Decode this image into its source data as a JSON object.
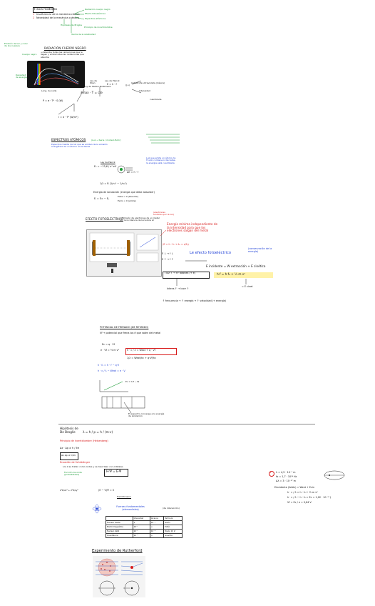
{
  "sec1": {
    "title": "Física moderna",
    "items": [
      {
        "n": "1",
        "text": "Insuficiencia de la mecánica clásica"
      },
      {
        "n": "2",
        "text": "Necesidad de la mecánica cuántica"
      }
    ],
    "branches": [
      "Radiación cuerpo negro",
      "Efecto fotoeléctrico",
      "Espectros atómicos"
    ],
    "notes": [
      "Hipótesis de Broglie",
      "Principio de incertidumbre",
      "Teoría de la relatividad"
    ]
  },
  "sec2": {
    "side_note": "Emisión de luz y color de los cuerpos",
    "title": "RADIACIÓN CUERPO NEGRO",
    "desc": "→ Absorbe todas las radiaciones que le llegan y emite todas las radiaciones que absorbe",
    "side_label": "Cuerpo negro",
    "y_label": "Densidad de energía",
    "x_label": "Long. de onda",
    "law1": "Ley de Wien",
    "law1_formula": "λmax · T = cte",
    "law2": "Ley de Stefan–Boltzmann",
    "planck": "Ley de Planck",
    "formula_main": "E = h · f",
    "formula_units": "(J·s)",
    "formula_sigma": "P = σ · T⁴ · S (W)",
    "intensity": "I = σ · T⁴ (W/m²)",
    "classical": "Catástrofe ultravioleta (clásica)",
    "result_label": "Intensidad",
    "quantum": "cuantizada"
  },
  "sec3": {
    "title": "ESPECTROS ATÓMICOS",
    "subtitle": "(Luz → Serie / modelo Bohr)",
    "blue_note": "Espectros fuente de luz que se emiten de la emisión energética de un átomo al excitarse",
    "model": "Ley de Planck",
    "eq1": "Eₙ = −13,6 / n² eV",
    "eq2": "ΔE = h · f",
    "eq3": "1/λ = R (1/n₁² − 1/n₂²)",
    "right_note": "Luz que emite un átomo de H sólo contiene λ discretas, la energía está cuantizada",
    "energy_line": "Energía de ionización (energía que debe absorber)",
    "cases": [
      "Eᵢ = E∞ − Eₙ",
      "Eabs > 0 (absorbe)",
      "Eemi < 0 (emite)"
    ]
  },
  "sec4": {
    "title": "EFECTO FOTOELÉCTRICO",
    "desc": "→ Emisión de electrones de un metal por la incidencia de luz sobre él",
    "red_note": "Energía mínima independiente de la intensidad para que los electrones salgan del metal",
    "red_formula": "(E = h · f₀ → λ₀ = c/f₀)",
    "blue_title": "Le efecto fotoeléctrico",
    "blue_note": "(conservación de la energía)",
    "einstein": "E incidente = W extracción + E cinética",
    "einstein2": "h·f = h·f₀ + ½ m v²",
    "intensity_note": "I luz ↑ → nº fotones (+ ē)",
    "arrow_note": "Intens ↑ → Icorr ↑",
    "result": "= E cinet",
    "bottom": "↑ frecuencia → ↑ energía → ↑ velocidad (+ energía)"
  },
  "sec5": {
    "title": "POTENCIAL DE FRENADO (DE RETARDO)",
    "line1": "Vf → potencial que frena los ē que salen del metal",
    "line2": "Ec = q · Vf",
    "eq1": "e · Vf = ½ m v²",
    "eq2": "h · c / λ = Wext + q · Vf",
    "eq3": "1/λ = Wext/hc + q·Vf/hc",
    "green_eq1": "h · f₀ = h · f − q·V",
    "green_eq2": "h · c / λ − Wext = e · V",
    "graph_note": "Ec = h·f − W",
    "tube_note": "El espectro converge a la energía de ionización"
  },
  "sec6": {
    "title1": "Hipótesis de De Broglie",
    "formula": "λ = h / p = h / (m·v)",
    "red_title": "Principio de incertidumbre (Heisenberg)",
    "eq": "Δx · Δp ≥ h / 4π",
    "box": "Δx Δp ≥ h/4π",
    "red_title2": "Ecuación de Schrödinger",
    "note2": "Los ē se tratan como ondas y se describen con orbitales",
    "eq2": "H·Ψ = E·Ψ",
    "green_note": "Función de onda (probabilidad)",
    "eq3": "(E − V)Ψ = 0",
    "label3": "Hamiltoniano"
  },
  "sec7": {
    "title": "Fuerzas fundamentales (elementales)",
    "note": "(de interacción)",
    "columns": [
      "",
      "Intensidad",
      "Alcance",
      "Partícula"
    ],
    "rows": [
      [
        "Nuclear fuerte",
        "1",
        "10⁻¹⁵",
        "Gluón"
      ],
      [
        "Electromagnética",
        "10⁻²",
        "∞",
        "Fotón"
      ],
      [
        "Nuclear débil",
        "10⁻⁶",
        "10⁻¹⁸",
        "Bosón W, Z"
      ],
      [
        "Gravitatoria",
        "10⁻³⁸",
        "∞",
        "Gravitón"
      ]
    ],
    "exp_title": "Experimento de Rutherford"
  },
  "sec8": {
    "n": "1",
    "lines": [
      "λ = 4,5 · 10⁻⁷ m",
      "fo = 1,7 · 10¹⁴ Hz",
      "Δλ = 3 · 10⁻³⁷ m",
      "Eincidente (fotón) = Wext + Ecin",
      "h · c / λ = h · f₀ + ½ m v²",
      "h · c / λ − h · f₀ = Ec = 1,02 · 10⁻¹⁹ J",
      "Vf = Ec / e = 0,64 V"
    ]
  }
}
